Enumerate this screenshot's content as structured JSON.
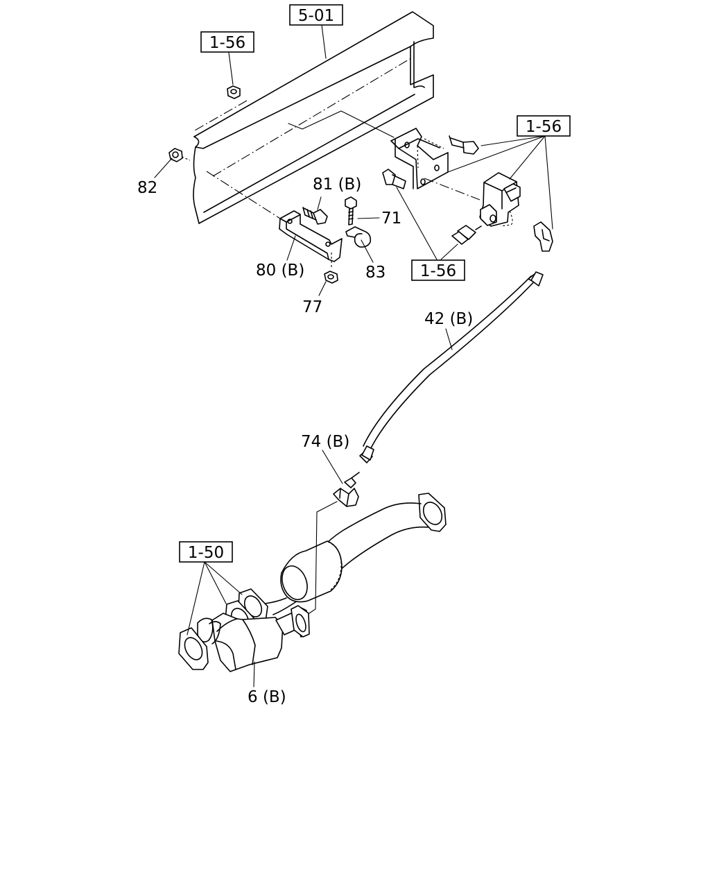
{
  "references": {
    "frame": "5-01",
    "nut_top": "1-56",
    "valve_group": "1-56",
    "fittings": "1-56",
    "exhaust_flanges": "1-50"
  },
  "callouts": {
    "p82": "82",
    "p81b": "81 (B)",
    "p71": "71",
    "p80b": "80 (B)",
    "p83": "83",
    "p77": "77",
    "p42b": "42 (B)",
    "p74b": "74 (B)",
    "p6b": "6 (B)"
  }
}
